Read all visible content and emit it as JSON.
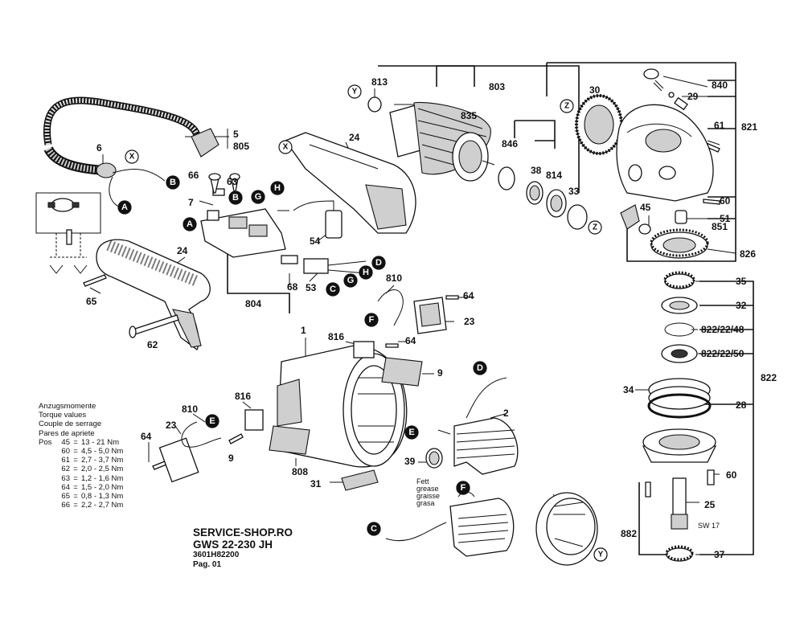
{
  "torque": {
    "headings": [
      "Anzugsmomente",
      "Torque values",
      "Couple de serrage",
      "Pares de apriete"
    ],
    "col_pos": "Pos",
    "rows": [
      {
        "pos": "45",
        "eq": "=",
        "val": "13 - 21 Nm"
      },
      {
        "pos": "60",
        "eq": "=",
        "val": "4,5 - 5,0 Nm"
      },
      {
        "pos": "61",
        "eq": "=",
        "val": "2,7 - 3,7 Nm"
      },
      {
        "pos": "62",
        "eq": "=",
        "val": "2,0 - 2,5 Nm"
      },
      {
        "pos": "63",
        "eq": "=",
        "val": "1,2 - 1,6 Nm"
      },
      {
        "pos": "64",
        "eq": "=",
        "val": "1,5 - 2,0 Nm"
      },
      {
        "pos": "65",
        "eq": "=",
        "val": "0,8 - 1,3 Nm"
      },
      {
        "pos": "66",
        "eq": "=",
        "val": "2,2 - 2,7 Nm"
      }
    ]
  },
  "footer": {
    "shop": "SERVICE-SHOP.RO",
    "model": "GWS 22-230 JH",
    "part_number": "3601H82200",
    "page": "Pag. 01"
  },
  "grease_labels": [
    "Fett",
    "grease",
    "graisse",
    "grasa"
  ],
  "sw_label": "SW 17",
  "part_numbers": [
    "813",
    "803",
    "835",
    "30",
    "840",
    "29",
    "821",
    "61",
    "846",
    "38",
    "814",
    "33",
    "60",
    "51",
    "851",
    "45",
    "826",
    "35",
    "32",
    "822/22/48",
    "822/22/50",
    "822",
    "34",
    "28",
    "60",
    "25",
    "882",
    "37",
    "5",
    "805",
    "6",
    "24",
    "66",
    "63",
    "7",
    "54",
    "68",
    "53",
    "804",
    "24",
    "65",
    "62",
    "810",
    "64",
    "23",
    "816",
    "64",
    "1",
    "9",
    "2",
    "39",
    "810",
    "816",
    "23",
    "64",
    "9",
    "808",
    "31"
  ],
  "callout_letters": [
    "Y",
    "X",
    "Z",
    "Z",
    "Y",
    "X",
    "B",
    "A",
    "B",
    "G",
    "H",
    "A",
    "D",
    "H",
    "G",
    "C",
    "F",
    "F",
    "D",
    "E",
    "E",
    "F",
    "C",
    "Y"
  ]
}
